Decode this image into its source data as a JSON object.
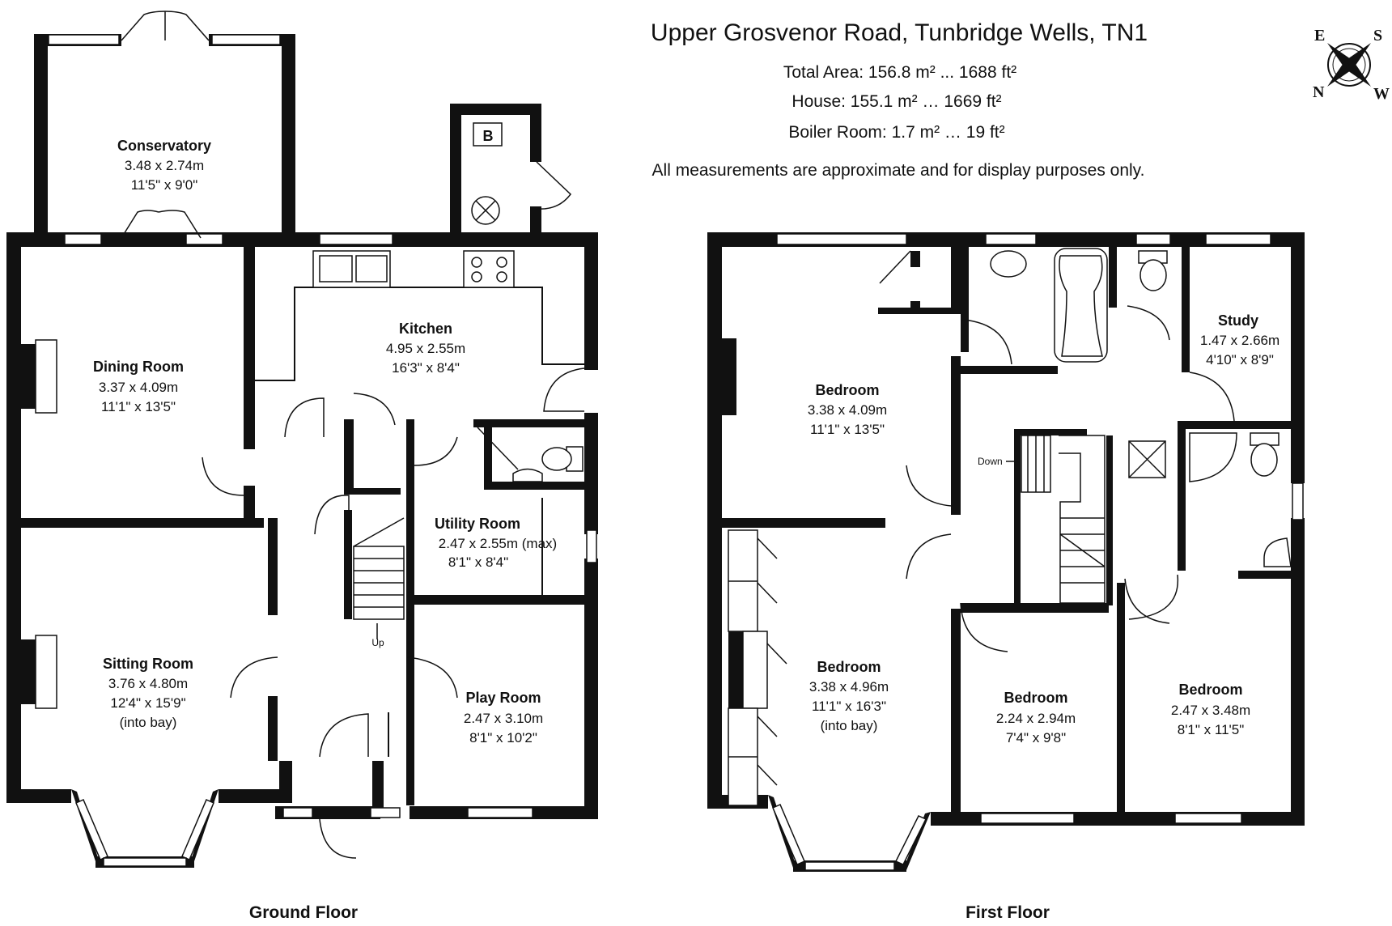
{
  "header": {
    "title": "Upper Grosvenor Road, Tunbridge Wells, TN1",
    "total_area": "Total Area: 156.8 m² ... 1688 ft²",
    "house_area": "House: 155.1 m² … 1669 ft²",
    "boiler_area": "Boiler Room: 1.7 m² … 19 ft²",
    "disclaimer": "All measurements are approximate and for display purposes only."
  },
  "compass": {
    "e": "E",
    "s": "S",
    "n": "N",
    "w": "W"
  },
  "ground_floor": {
    "label": "Ground Floor",
    "boiler_marker": "B",
    "stairs_label": "Up",
    "rooms": {
      "conservatory": {
        "name": "Conservatory",
        "metric": "3.48 x 2.74m",
        "imperial": "11'5\" x 9'0\""
      },
      "dining": {
        "name": "Dining Room",
        "metric": "3.37 x 4.09m",
        "imperial": "11'1\" x 13'5\""
      },
      "kitchen": {
        "name": "Kitchen",
        "metric": "4.95 x 2.55m",
        "imperial": "16'3\" x 8'4\""
      },
      "utility": {
        "name": "Utility Room",
        "metric": "2.47 x 2.55m (max)",
        "imperial": "8'1\" x 8'4\""
      },
      "sitting": {
        "name": "Sitting Room",
        "metric": "3.76 x 4.80m",
        "imperial": "12'4\" x 15'9\"",
        "note": "(into bay)"
      },
      "play": {
        "name": "Play Room",
        "metric": "2.47 x 3.10m",
        "imperial": "8'1\" x 10'2\""
      }
    }
  },
  "first_floor": {
    "label": "First Floor",
    "stairs_label": "Down",
    "rooms": {
      "bedroom_rear": {
        "name": "Bedroom",
        "metric": "3.38 x 4.09m",
        "imperial": "11'1\" x 13'5\""
      },
      "study": {
        "name": "Study",
        "metric": "1.47 x 2.66m",
        "imperial": "4'10\" x 8'9\""
      },
      "bedroom_front": {
        "name": "Bedroom",
        "metric": "3.38 x 4.96m",
        "imperial": "11'1\" x 16'3\"",
        "note": "(into bay)"
      },
      "bedroom_middle": {
        "name": "Bedroom",
        "metric": "2.24 x 2.94m",
        "imperial": "7'4\" x 9'8\""
      },
      "bedroom_right": {
        "name": "Bedroom",
        "metric": "2.47 x 3.48m",
        "imperial": "8'1\" x 11'5\""
      }
    }
  }
}
